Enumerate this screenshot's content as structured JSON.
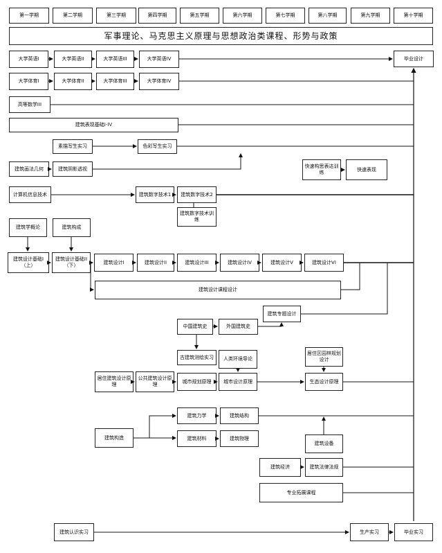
{
  "semesters": [
    "第一学期",
    "第二学期",
    "第三学期",
    "第四学期",
    "第五学期",
    "第六学期",
    "第七学期",
    "第八学期",
    "第九学期",
    "第十学期"
  ],
  "political": "军事理论、马克思主义原理与思想政治类课程、形势与政策",
  "english": [
    "大学英语I",
    "大学英语II",
    "大学英语III",
    "大学英语IV"
  ],
  "pe": [
    "大学体育I",
    "大学体育II",
    "大学体育III",
    "大学体育IV"
  ],
  "math": "高等数学III",
  "arch_expression": "建筑表现基础I-IV",
  "sketch_practice": [
    "素描写生实习",
    "色彩写生实习"
  ],
  "geometry": [
    "建筑画法几何",
    "建筑阴影透视"
  ],
  "fast_design": [
    "快速构思表达训练",
    "快速表现"
  ],
  "digital": [
    "计算机信息技术",
    "建筑数字技术1",
    "建筑数字技术2",
    "建筑数字技术训练"
  ],
  "intro": [
    "建筑学概论",
    "建筑构成"
  ],
  "design_basics": [
    "建筑设计基础I（上）",
    "建筑设计基础II（下）"
  ],
  "design": [
    "建筑设计I",
    "建筑设计II",
    "建筑设计III",
    "建筑设计IV",
    "建筑设计V",
    "建筑设计VI"
  ],
  "design_course": "建筑设计课程设计",
  "topic_design": "建筑专题设计",
  "history": [
    "中国建筑史",
    "外国建筑史",
    "古建筑测绘实习"
  ],
  "env": "人类环境导论",
  "landscape": "居住区园林规划设计",
  "planning": [
    "居住建筑设计原理",
    "公共建筑设计原理",
    "城市规划原理",
    "城市设计原理",
    "生态设计原理"
  ],
  "structure": [
    "建筑构造",
    "建筑力学",
    "建筑结构",
    "建筑材料",
    "建筑物理"
  ],
  "equipment": "建筑设备",
  "economy": [
    "建筑经济",
    "建筑法律法规"
  ],
  "elective": "专业拓展课程",
  "practice": [
    "建筑认识实习",
    "生产实习",
    "毕业实习",
    "毕业设计"
  ]
}
